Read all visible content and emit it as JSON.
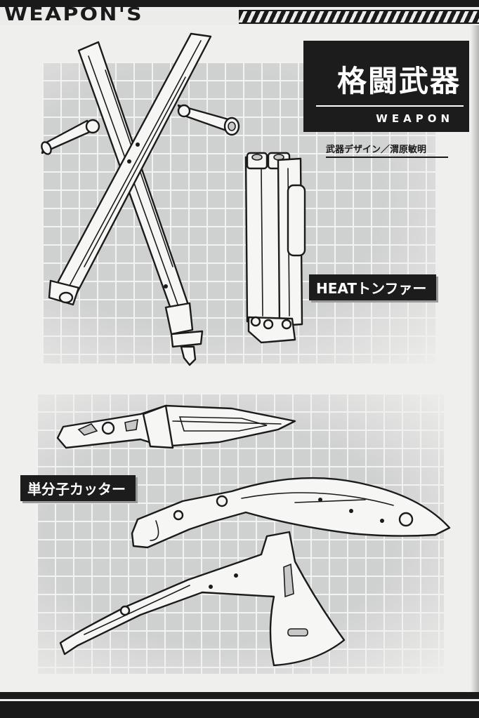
{
  "header": {
    "series_title": "WEAPON'S"
  },
  "title_block": {
    "title_jp": "格闘武器",
    "title_en": "WEAPON"
  },
  "credit": "武器デザイン／渭原敏明",
  "labels": {
    "tonfa": "HEATトンファー",
    "cutter": "単分子カッター"
  },
  "illustrations": [
    {
      "name": "HEAT tonfa (crossed pair)"
    },
    {
      "name": "HEAT tonfa (folded)"
    },
    {
      "name": "combat knife"
    },
    {
      "name": "kukri blade"
    },
    {
      "name": "hand axe"
    }
  ]
}
